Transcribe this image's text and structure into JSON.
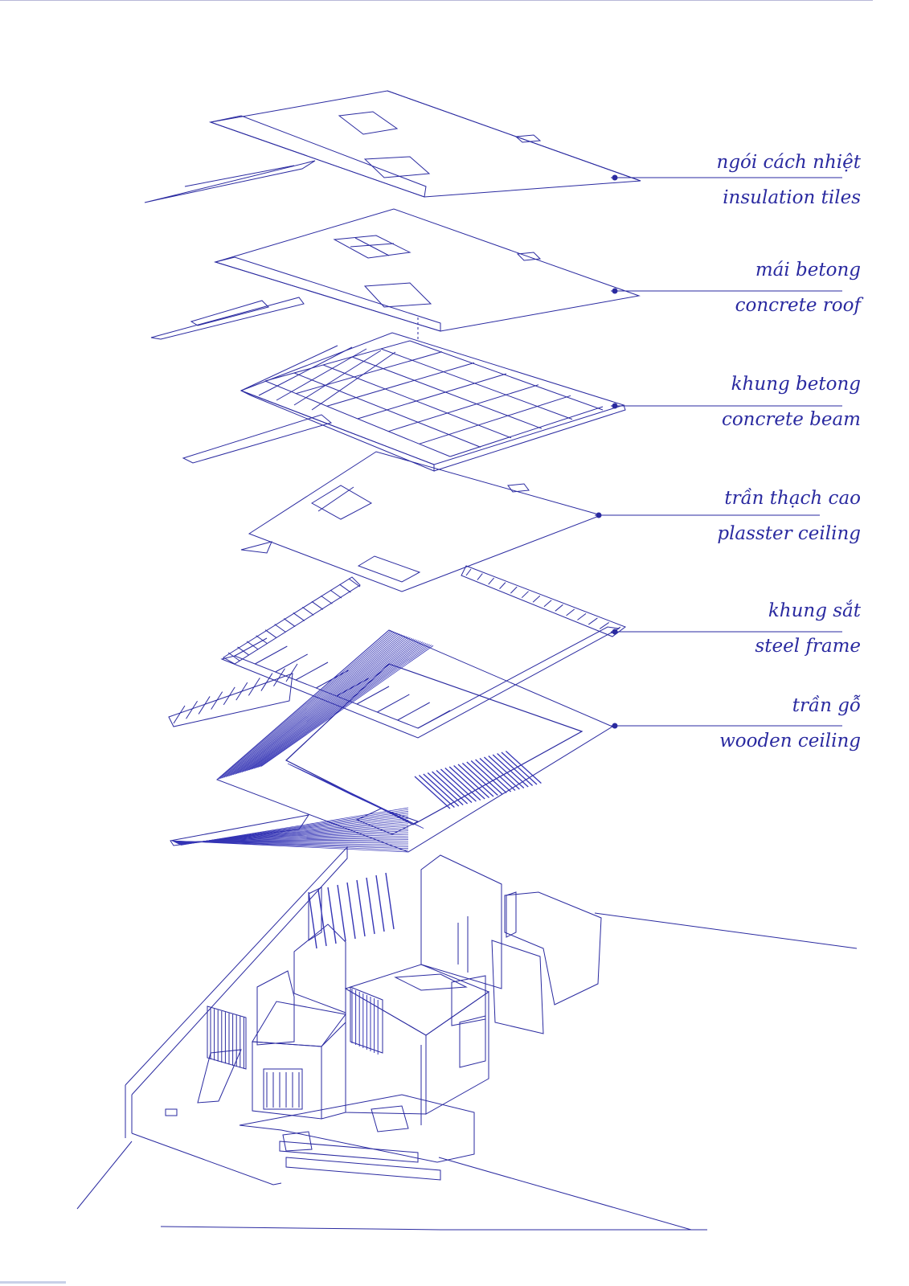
{
  "colors": {
    "line": "#2a2aa0",
    "dense": "#3535b5",
    "page": "#ffffff"
  },
  "layers": [
    {
      "id": "insulation-tiles",
      "label_vi": "ngói cách nhiệt",
      "label_en": "insulation tiles"
    },
    {
      "id": "concrete-roof",
      "label_vi": "mái betong",
      "label_en": "concrete roof"
    },
    {
      "id": "concrete-beam",
      "label_vi": "khung betong",
      "label_en": "concrete beam"
    },
    {
      "id": "plaster-ceiling",
      "label_vi": "trần thạch cao",
      "label_en": "plasster ceiling"
    },
    {
      "id": "steel-frame",
      "label_vi": "khung sắt",
      "label_en": "steel frame"
    },
    {
      "id": "wooden-ceiling",
      "label_vi": "trần gỗ",
      "label_en": "wooden ceiling"
    }
  ]
}
